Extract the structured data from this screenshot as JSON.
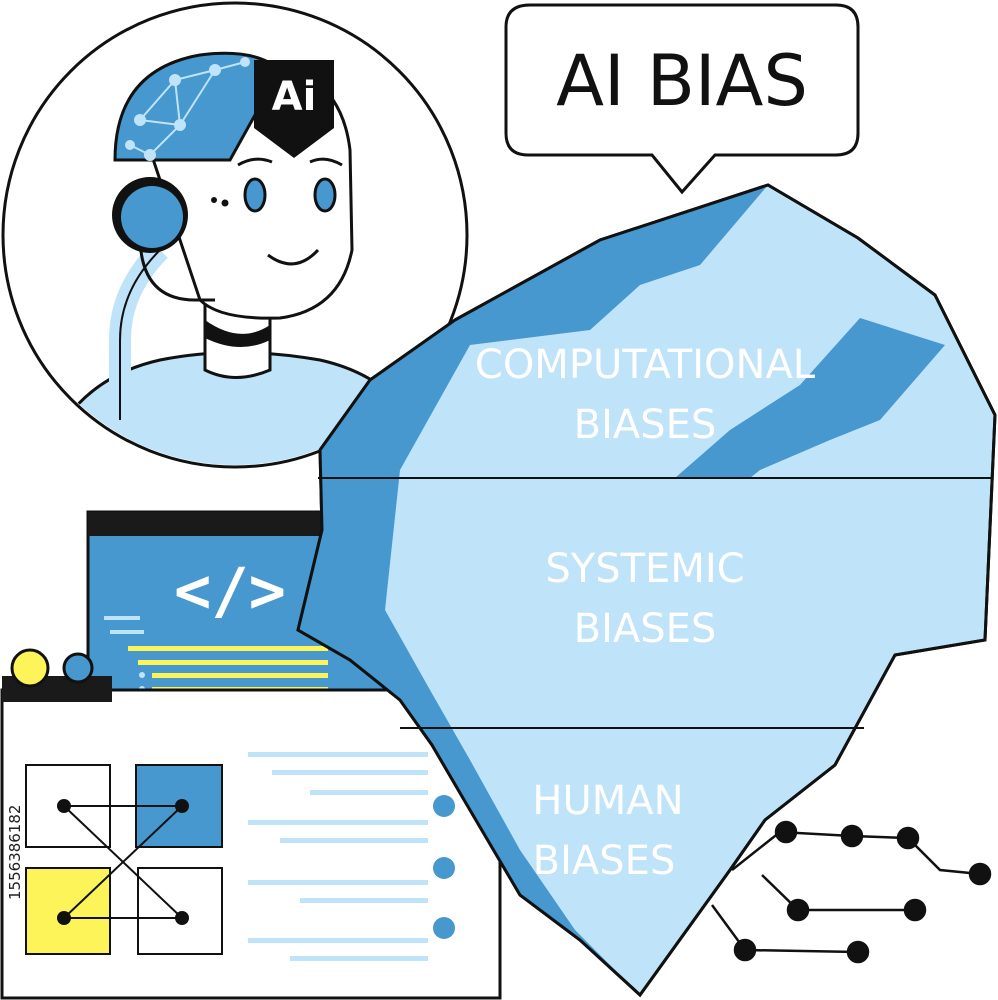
{
  "speech_bubble": {
    "title": "AI BIAS"
  },
  "avatar": {
    "badge_text": "Ai"
  },
  "code_window": {
    "tag_symbol": "</>"
  },
  "iceberg": {
    "layers": [
      {
        "line1": "COMPUTATIONAL",
        "line2": "BIASES"
      },
      {
        "line1": "SYSTEMIC",
        "line2": "BIASES"
      },
      {
        "line1": "HUMAN",
        "line2": "BIASES"
      }
    ]
  },
  "stock_id": "1556386182",
  "colors": {
    "ice_light": "#bfe3f8",
    "ice_dark": "#4698cf",
    "accent_yellow": "#fdf45a",
    "outline": "#111111"
  }
}
